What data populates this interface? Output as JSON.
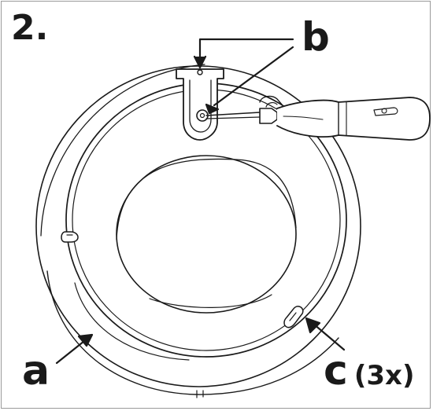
{
  "step": {
    "number": "2."
  },
  "labels": {
    "a": "a",
    "b": "b",
    "c": "c",
    "c_count": "(3x)"
  },
  "colors": {
    "stroke": "#1a1a1a",
    "frame": "#9a9a9a",
    "background": "#ffffff"
  },
  "icons": [
    "screwdriver-icon",
    "mounting-bracket-icon",
    "keyhole-slot-icon",
    "screw-icon",
    "pointer-arrow-icon"
  ]
}
